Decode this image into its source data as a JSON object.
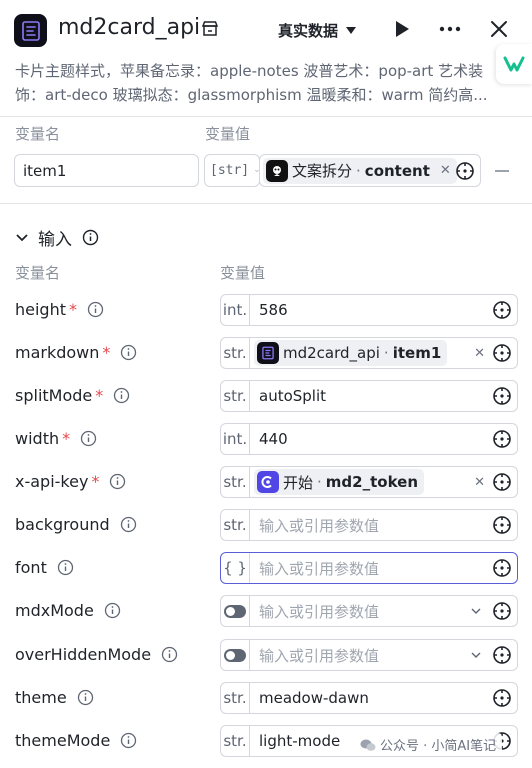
{
  "header": {
    "title": "md2card_api",
    "data_select": "真实数据",
    "description": "卡片主题样式，苹果备忘录：apple-notes 波普艺术：pop-art 艺术装饰：art-deco 玻璃拟态：glassmorphism 温暖柔和：warm 简约高..."
  },
  "variables": {
    "name_header": "变量名",
    "value_header": "变量值",
    "row": {
      "name": "item1",
      "type": "[str]",
      "source": "文案拆分",
      "separator": "·",
      "field": "content"
    }
  },
  "input_section": {
    "title": "输入",
    "name_header": "变量名",
    "value_header": "变量值",
    "params": [
      {
        "name": "height",
        "required": true,
        "type": "int.",
        "value": "586",
        "placeholder": ""
      },
      {
        "name": "markdown",
        "required": true,
        "type": "str.",
        "ref_source": "md2card_api",
        "ref_field": "item1"
      },
      {
        "name": "splitMode",
        "required": true,
        "type": "str.",
        "value": "autoSplit",
        "placeholder": ""
      },
      {
        "name": "width",
        "required": true,
        "type": "int.",
        "value": "440",
        "placeholder": ""
      },
      {
        "name": "x-api-key",
        "required": true,
        "type": "str.",
        "ref_source": "开始",
        "ref_field": "md2_token"
      },
      {
        "name": "background",
        "required": false,
        "type": "str.",
        "value": "",
        "placeholder": "输入或引用参数值"
      },
      {
        "name": "font",
        "required": false,
        "type": "{ }",
        "value": "",
        "placeholder": "输入或引用参数值"
      },
      {
        "name": "mdxMode",
        "required": false,
        "type": "toggle",
        "value": "",
        "placeholder": "输入或引用参数值"
      },
      {
        "name": "overHiddenMode",
        "required": false,
        "type": "toggle",
        "value": "",
        "placeholder": "输入或引用参数值"
      },
      {
        "name": "theme",
        "required": false,
        "type": "str.",
        "value": "meadow-dawn",
        "placeholder": ""
      },
      {
        "name": "themeMode",
        "required": false,
        "type": "str.",
        "value": "light-mode",
        "placeholder": ""
      }
    ],
    "required_mark": "*"
  },
  "watermark": {
    "text": "公众号 · 小简AI笔记"
  },
  "colors": {
    "accent": "#5b5fd6",
    "required": "#e5484d",
    "start_node": "#4f46e5",
    "app_icon": "#0f0f1a"
  }
}
